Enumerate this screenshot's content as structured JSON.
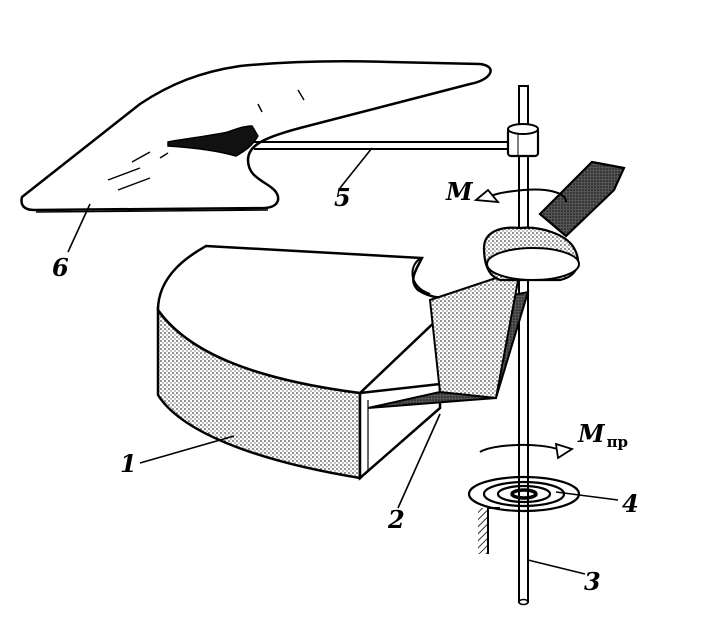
{
  "labels": {
    "part_1": "1",
    "part_2": "2",
    "part_3": "3",
    "part_4": "4",
    "part_5": "5",
    "part_6": "6",
    "moment": "M",
    "moment_spring": "M",
    "moment_spring_sub": "пр"
  },
  "colors": {
    "ink": "#000000",
    "paper": "#ffffff",
    "shade": "#8a8a8a",
    "dark": "#2a2a2a"
  }
}
